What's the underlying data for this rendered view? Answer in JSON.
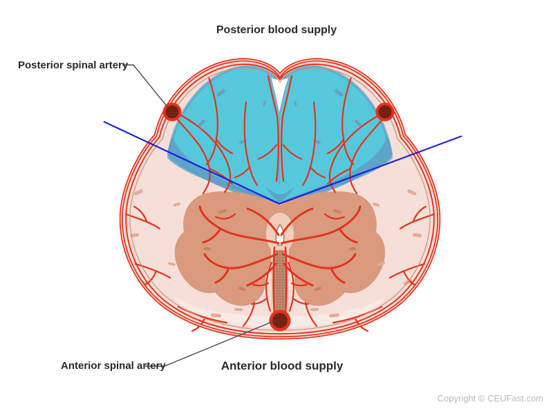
{
  "header": {
    "posterior_title": "Posterior blood supply"
  },
  "callouts": {
    "posterior_spinal_artery": "Posterior spinal artery",
    "anterior_spinal_artery": "Anterior spinal artery"
  },
  "footer": {
    "anterior_title": "Anterior blood supply",
    "copyright": "Copyright © CEUFast.com"
  },
  "diagram": {
    "subject": "Spinal cord cross-section blood supply",
    "regions": [
      "Posterior blood supply territory (cyan)",
      "Anterior blood supply territory (pink/salmon)"
    ],
    "markers": [
      "posterior spinal artery (left)",
      "posterior spinal artery (right)",
      "anterior spinal artery (bottom center)"
    ]
  },
  "colors": {
    "posterior_region_cyan": "#55C8DB",
    "posterior_region_deep_blue": "#5E9DC4",
    "white_matter_pink": "#F5DFD8",
    "white_matter_pale": "#F8EAE4",
    "gray_matter_salmon": "#D99A7D",
    "vessel_red": "#E5311C",
    "rim_light": "#F8D7CC",
    "artery_dark": "#7A2315",
    "divider_blue": "#1822E0",
    "label_text": "#2A2A2A",
    "copyright_gray": "#B4BBC2",
    "leader_gray": "#4A4A4A",
    "contour_brown": "#C9917B",
    "canal_pink": "#F2CDBC",
    "fissure_brown": "#C08A6E"
  }
}
